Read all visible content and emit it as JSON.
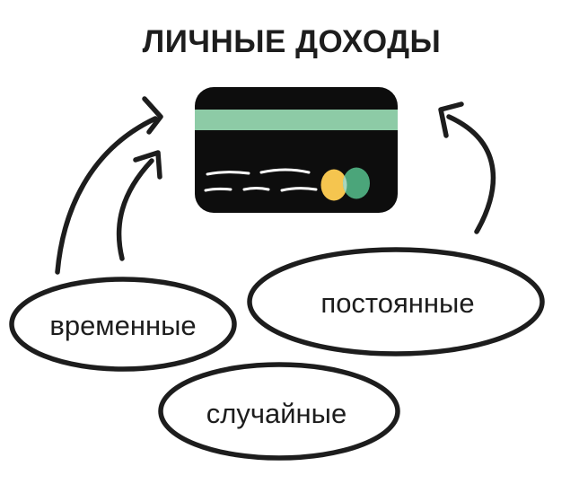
{
  "title": "ЛИЧНЫЕ ДОХОДЫ",
  "diagram": {
    "center_icon": "bank-card",
    "nodes": [
      {
        "id": "temporary",
        "label": "временные"
      },
      {
        "id": "permanent",
        "label": "постоянные"
      },
      {
        "id": "random",
        "label": "случайные"
      }
    ],
    "arrows": [
      {
        "from": "временные",
        "to": "bank-card"
      },
      {
        "from": "случайные",
        "to": "bank-card"
      },
      {
        "from": "постоянные",
        "to": "bank-card"
      }
    ]
  },
  "colors": {
    "background": "#ffffff",
    "ink": "#1d1d1d",
    "card_black": "#0d0d0d",
    "stripe_green": "#8dcba6",
    "dash_white": "#ffffff",
    "logo_yellow": "#f5c54f",
    "logo_green": "#4ba57a",
    "logo_overlap": "#a9d6bc"
  }
}
